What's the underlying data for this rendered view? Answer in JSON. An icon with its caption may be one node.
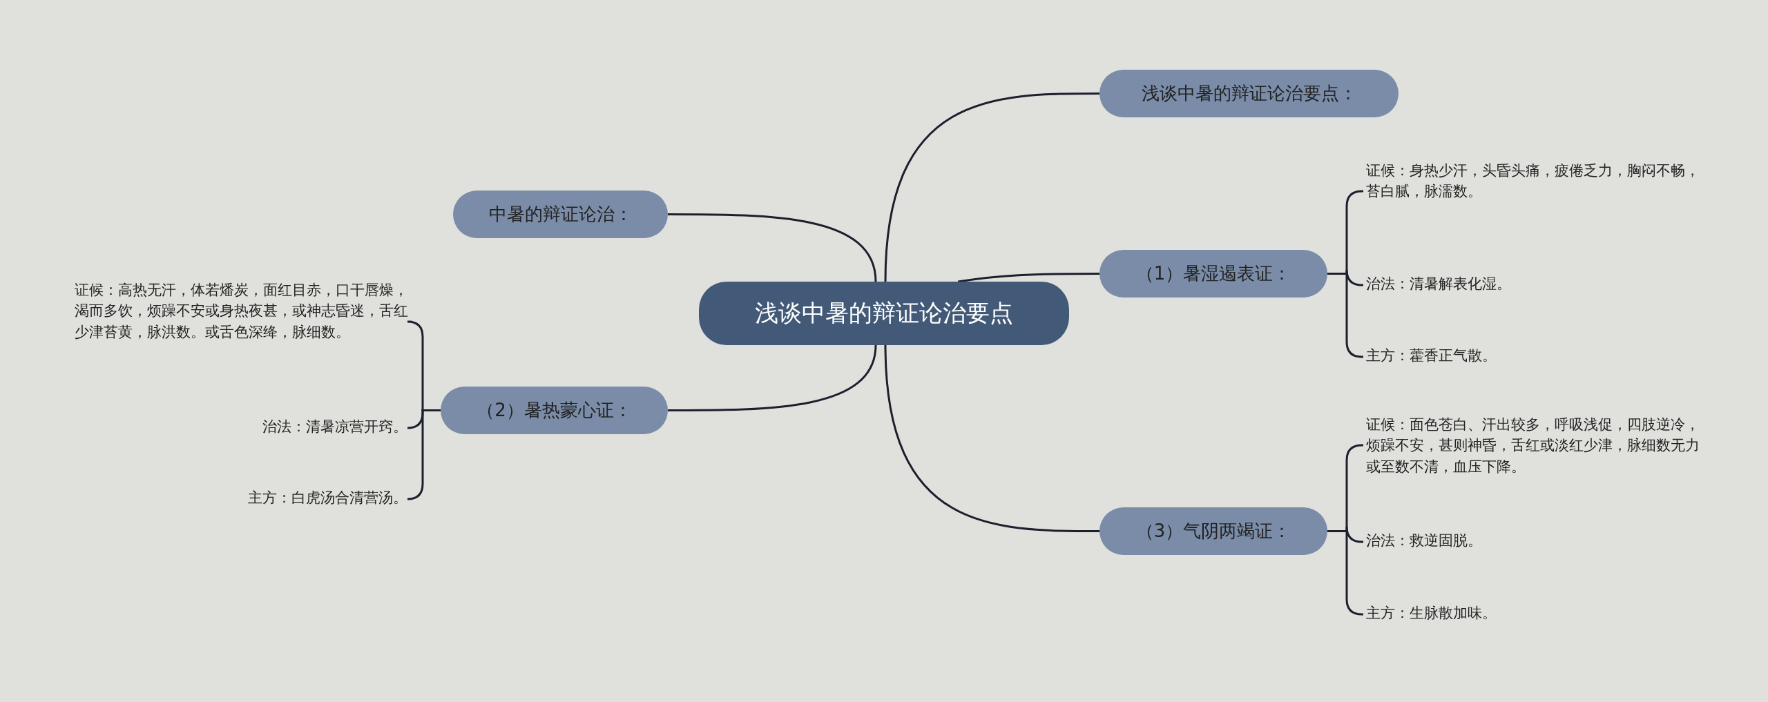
{
  "diagram": {
    "nodes": [
      {
        "text": [
          "浅谈中暑的辩证论治要点"
        ]
      },
      {
        "text": [
          "浅谈中暑的辩证论治要点："
        ]
      },
      {
        "text": [
          "（1）暑湿遏表证："
        ]
      },
      {
        "text": [
          "证候：身热少汗，头昏头痛，疲倦乏力，胸闷不畅，苔白腻，脉濡数。"
        ]
      },
      {
        "text": [
          "治法：清暑解表化湿。"
        ]
      },
      {
        "text": [
          "主方：藿香正气散。"
        ]
      },
      {
        "text": [
          "（3）气阴两竭证："
        ]
      },
      {
        "text": [
          "证候：面色苍白、汗出较多，呼吸浅促，四肢逆冷，烦躁不安，甚则神昏，舌红或淡红少津，脉细数无力或至数不清，血压下降。"
        ]
      },
      {
        "text": [
          "治法：救逆固脱。"
        ]
      },
      {
        "text": [
          "主方：生脉散加味。"
        ]
      },
      {
        "text": [
          "中暑的辩证论治："
        ]
      },
      {
        "text": [
          "（2）暑热蒙心证："
        ]
      },
      {
        "text": [
          "证候：高热无汗，体若燔炭，面红目赤，口干唇燥，渴而多饮，烦躁不安或身热夜甚，或神志昏迷，舌红少津苔黄，脉洪数。或舌色深绛，脉细数。"
        ]
      },
      {
        "text": [
          "治法：清暑凉营开窍。"
        ]
      },
      {
        "text": [
          "主方：白虎汤合清营汤。"
        ]
      }
    ],
    "edges": [
      {
        "from": 0,
        "to": 1,
        "arrow": "none"
      },
      {
        "from": 0,
        "to": 2,
        "arrow": "none"
      },
      {
        "from": 0,
        "to": 10,
        "arrow": "none"
      },
      {
        "from": 0,
        "to": 11,
        "arrow": "none"
      },
      {
        "from": 0,
        "to": 6,
        "arrow": "none"
      },
      {
        "from": 2,
        "to": 3,
        "arrow": "none"
      },
      {
        "from": 2,
        "to": 4,
        "arrow": "none"
      },
      {
        "from": 2,
        "to": 5,
        "arrow": "none"
      },
      {
        "from": 6,
        "to": 7,
        "arrow": "none"
      },
      {
        "from": 6,
        "to": 8,
        "arrow": "none"
      },
      {
        "from": 6,
        "to": 9,
        "arrow": "none"
      },
      {
        "from": 11,
        "to": 12,
        "arrow": "none"
      },
      {
        "from": 11,
        "to": 13,
        "arrow": "none"
      },
      {
        "from": 11,
        "to": 14,
        "arrow": "none"
      }
    ]
  }
}
